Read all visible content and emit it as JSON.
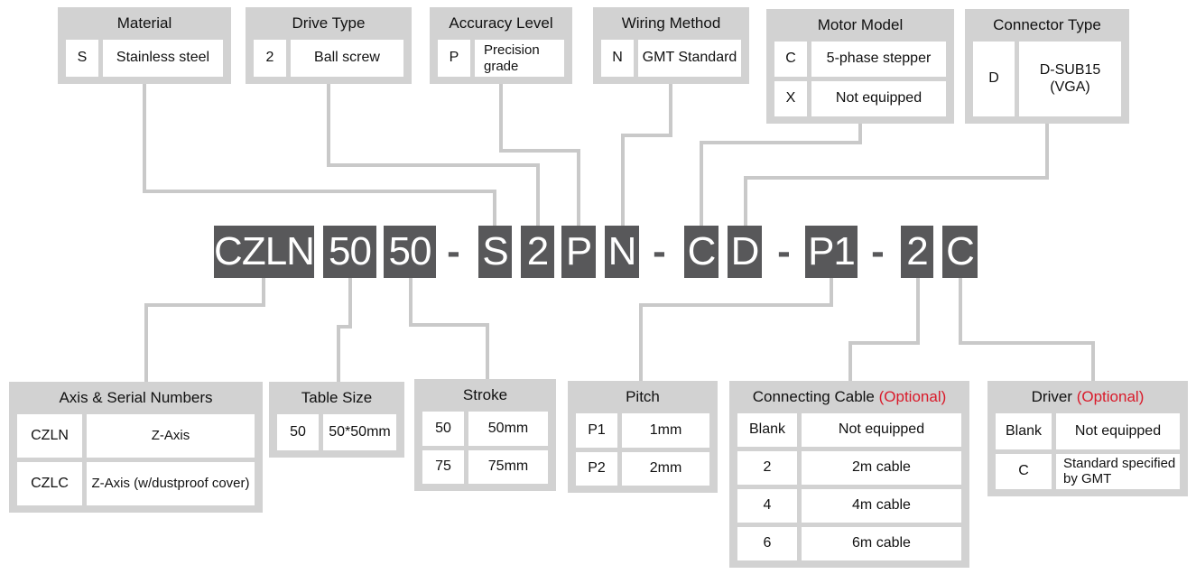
{
  "colors": {
    "accent_red": "#d91a2a",
    "box_gray": "#d2d2d2",
    "segment_dark": "#58585a",
    "wire_gray": "#c9c9c9"
  },
  "part_number": {
    "segments": [
      "CZLN",
      "50",
      "50",
      "-",
      "S",
      "2",
      "P",
      "N",
      "-",
      "C",
      "D",
      "-",
      "P1",
      "-",
      "2",
      "C"
    ]
  },
  "top_boxes": {
    "material": {
      "title": "Material",
      "rows": [
        {
          "code": "S",
          "value": "Stainless steel"
        }
      ]
    },
    "drive_type": {
      "title": "Drive Type",
      "rows": [
        {
          "code": "2",
          "value": "Ball screw"
        }
      ]
    },
    "accuracy_level": {
      "title": "Accuracy Level",
      "rows": [
        {
          "code": "P",
          "value": "Precision grade"
        }
      ]
    },
    "wiring_method": {
      "title": "Wiring Method",
      "rows": [
        {
          "code": "N",
          "value": "GMT Standard"
        }
      ]
    },
    "motor_model": {
      "title": "Motor Model",
      "rows": [
        {
          "code": "C",
          "value": "5-phase stepper"
        },
        {
          "code": "X",
          "value": "Not equipped"
        }
      ]
    },
    "connector_type": {
      "title": "Connector Type",
      "rows": [
        {
          "code": "D",
          "value": "D-SUB15 (VGA)"
        }
      ]
    }
  },
  "bottom_boxes": {
    "axis_serial": {
      "title": "Axis & Serial Numbers",
      "rows": [
        {
          "code": "CZLN",
          "value": "Z-Axis"
        },
        {
          "code": "CZLC",
          "value": "Z-Axis (w/dustproof cover)"
        }
      ]
    },
    "table_size": {
      "title": "Table Size",
      "rows": [
        {
          "code": "50",
          "value": "50*50mm"
        }
      ]
    },
    "stroke": {
      "title": "Stroke",
      "rows": [
        {
          "code": "50",
          "value": "50mm"
        },
        {
          "code": "75",
          "value": "75mm"
        }
      ]
    },
    "pitch": {
      "title": "Pitch",
      "rows": [
        {
          "code": "P1",
          "value": "1mm"
        },
        {
          "code": "P2",
          "value": "2mm"
        }
      ]
    },
    "connecting_cable": {
      "title": "Connecting Cable",
      "optional_label": "(Optional)",
      "rows": [
        {
          "code": "Blank",
          "value": "Not equipped"
        },
        {
          "code": "2",
          "value": "2m cable"
        },
        {
          "code": "4",
          "value": "4m cable"
        },
        {
          "code": "6",
          "value": "6m cable"
        }
      ]
    },
    "driver": {
      "title": "Driver",
      "optional_label": "(Optional)",
      "rows": [
        {
          "code": "Blank",
          "value": "Not equipped"
        },
        {
          "code": "C",
          "value": "Standard specified by GMT"
        }
      ]
    }
  }
}
